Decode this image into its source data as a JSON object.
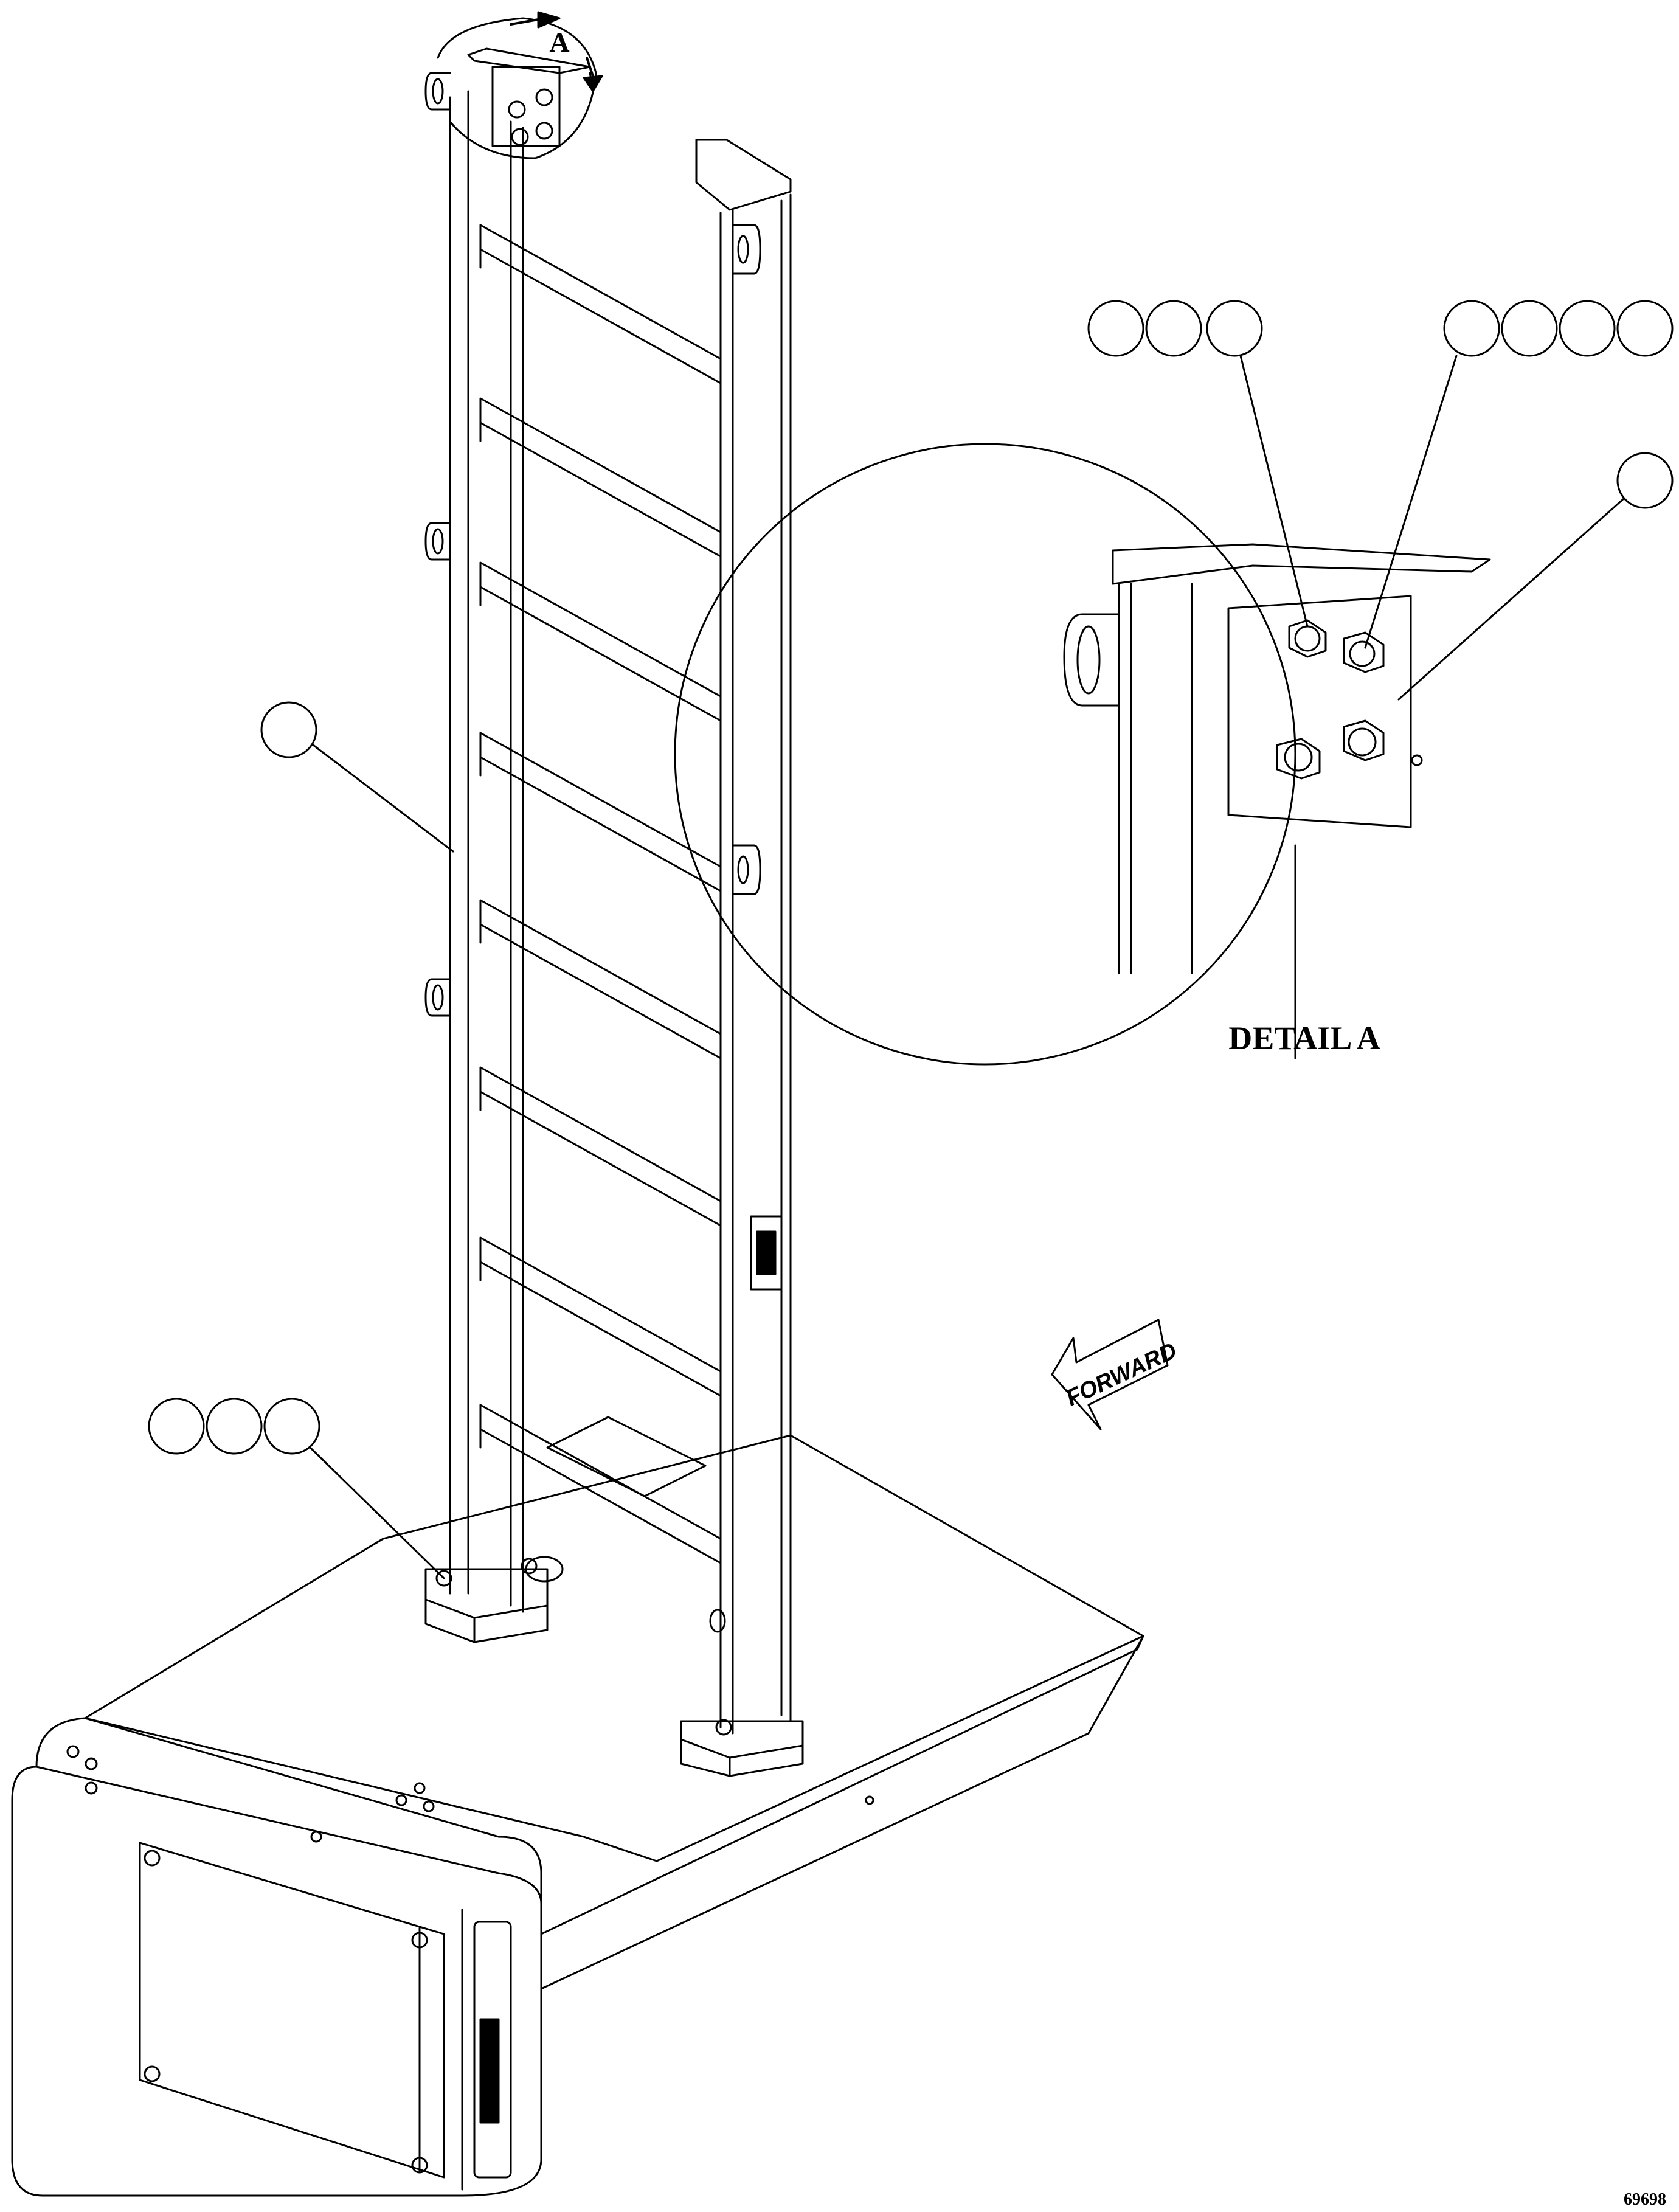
{
  "detail_label": "A",
  "detail_caption": "DETAIL A",
  "direction_label": "FORWARD",
  "drawing_number": "69698",
  "callouts": {
    "detail_bolt_group": [
      "",
      "",
      ""
    ],
    "detail_nut_group": [
      "",
      "",
      "",
      ""
    ],
    "detail_bracket": [
      ""
    ],
    "ladder_rail": [
      ""
    ],
    "base_bolt_group": [
      "",
      "",
      ""
    ]
  }
}
